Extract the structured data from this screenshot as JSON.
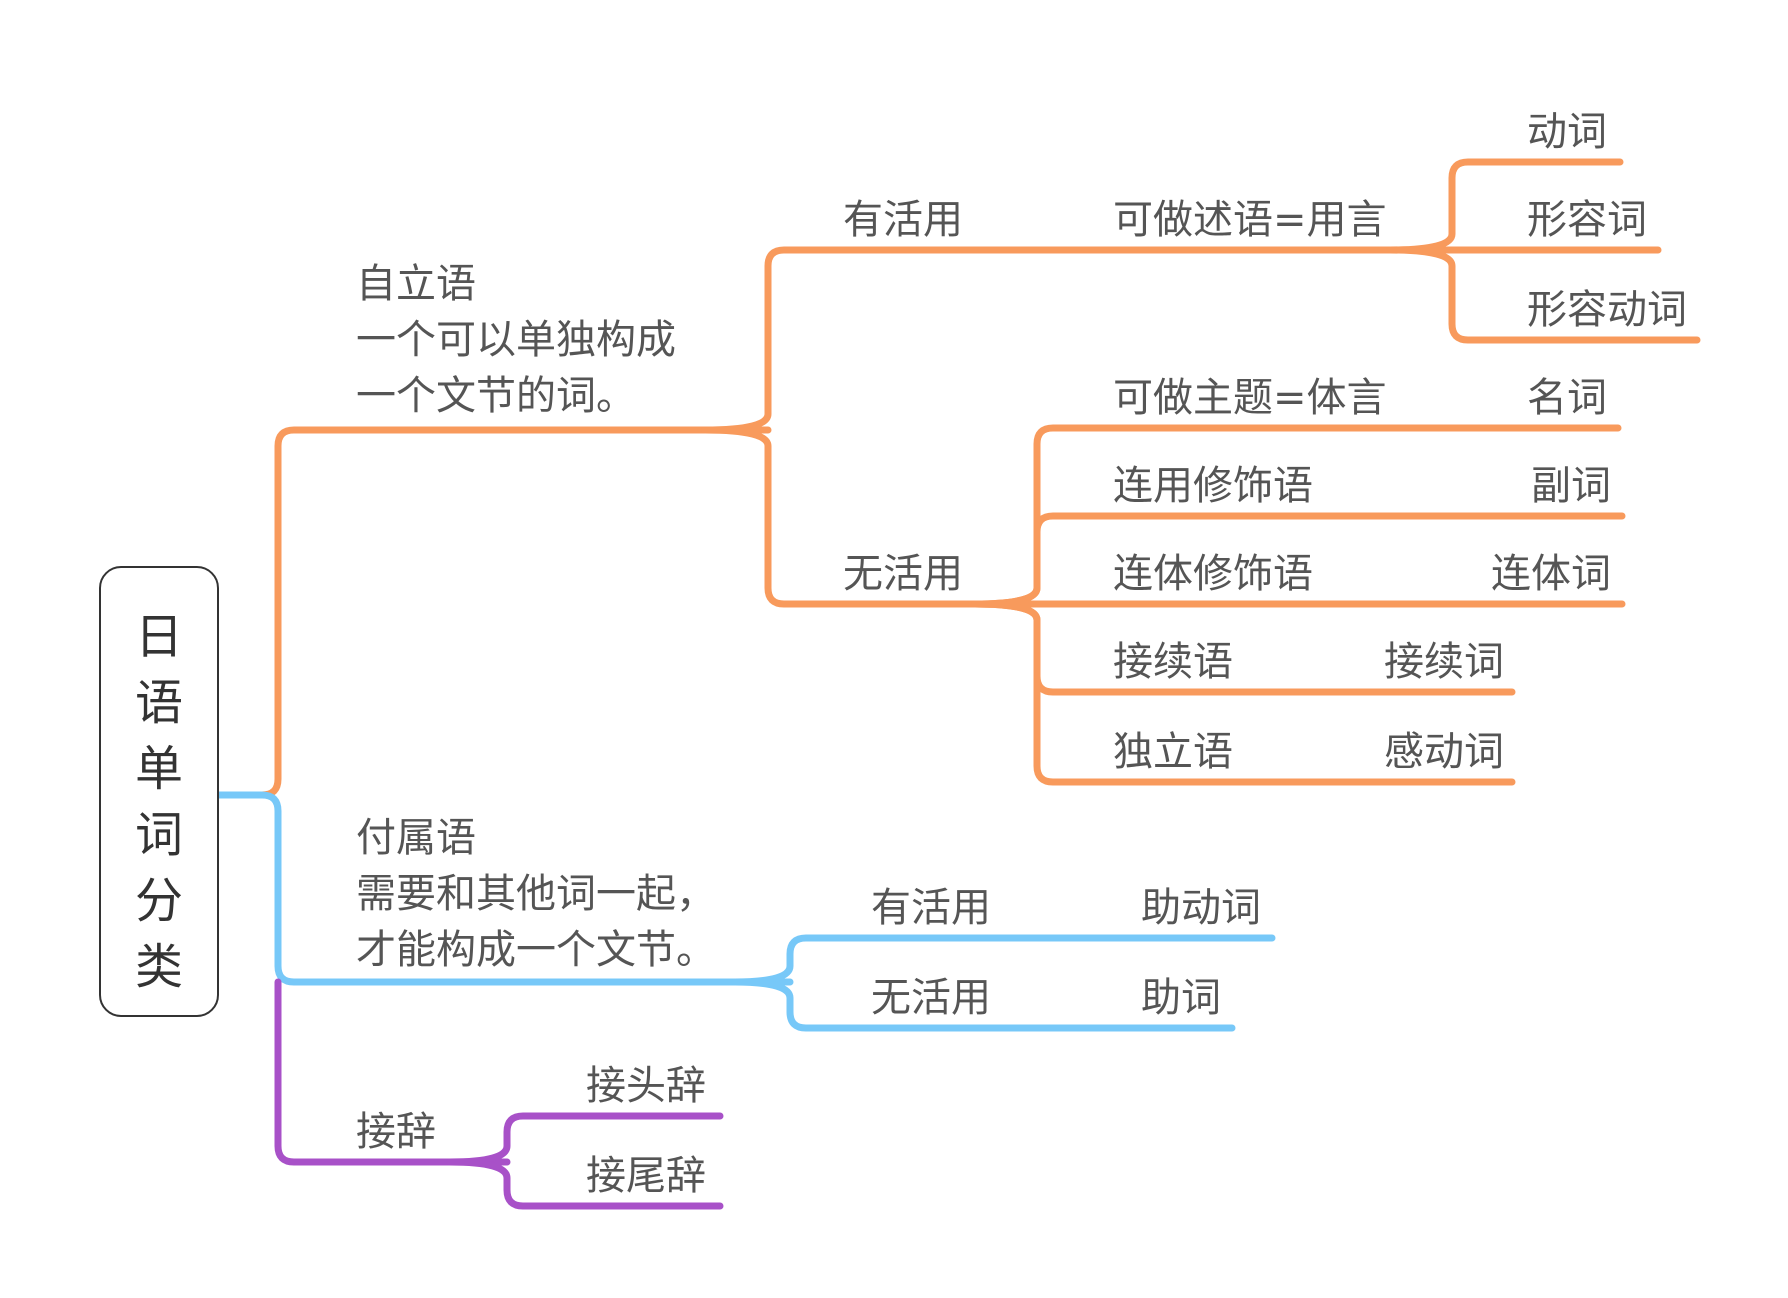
{
  "colors": {
    "orange": "#F89A5C",
    "blue": "#77C8F8",
    "purple": "#A851C8",
    "text": "#555555",
    "root_border": "#333333"
  },
  "root": {
    "label": "日语单词分类"
  },
  "ziliyu": {
    "title": "自立语",
    "desc_line1": "一个可以单独构成",
    "desc_line2": "一个文节的词。",
    "youhuoyong": {
      "label": "有活用",
      "node": "可做述语=用言",
      "leaves": [
        "动词",
        "形容词",
        "形容动词"
      ]
    },
    "wuhuoyong": {
      "label": "无活用",
      "rows": [
        {
          "label": "可做主题=体言",
          "leaf": "名词"
        },
        {
          "label": "连用修饰语",
          "leaf": "副词"
        },
        {
          "label": "连体修饰语",
          "leaf": "连体词"
        },
        {
          "label": "接续语",
          "leaf": "接续词"
        },
        {
          "label": "独立语",
          "leaf": "感动词"
        }
      ]
    }
  },
  "fushuyu": {
    "title": "付属语",
    "desc_line1": "需要和其他词一起，",
    "desc_line2": "才能构成一个文节。",
    "youhuoyong": {
      "label": "有活用",
      "leaf": "助动词"
    },
    "wuhuoyong": {
      "label": "无活用",
      "leaf": "助词"
    }
  },
  "jieci": {
    "title": "接辞",
    "leaves": [
      "接头辞",
      "接尾辞"
    ]
  }
}
